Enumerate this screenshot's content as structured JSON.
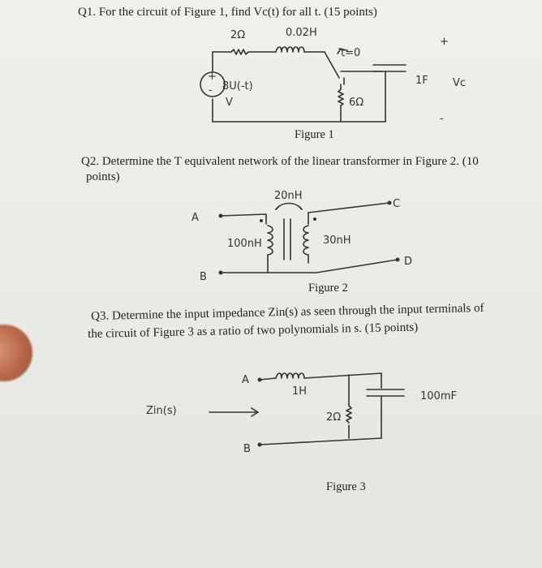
{
  "q1": {
    "text": "Q1. For the circuit of Figure 1, find Vc(t) for all t. (15 points)",
    "labels": {
      "r1": "2Ω",
      "l1": "0.02H",
      "switch": "t=0",
      "source": "8U(-t)",
      "source_unit": "V",
      "r2": "6Ω",
      "cap": "1F",
      "vc": "Vc",
      "plus": "+",
      "minus": "-"
    },
    "caption": "Figure 1"
  },
  "q2": {
    "text_line1": "Q2. Determine the T equivalent network of the linear transformer in Figure 2. (10",
    "text_line2": "points)",
    "labels": {
      "m": "20nH",
      "a": "A",
      "b": "B",
      "c": "C",
      "d": "D",
      "l1": "100nH",
      "l2": "30nH"
    },
    "caption": "Figure 2"
  },
  "q3": {
    "text_line1": "Q3. Determine the input impedance Zin(s) as seen through the input terminals of",
    "text_line2": "the circuit of Figure 3 as a ratio of two polynomials in s. (15 points)",
    "labels": {
      "a": "A",
      "b": "B",
      "l": "1H",
      "r": "2Ω",
      "c": "100mF",
      "zin": "Zin(s)"
    },
    "caption": "Figure 3"
  }
}
